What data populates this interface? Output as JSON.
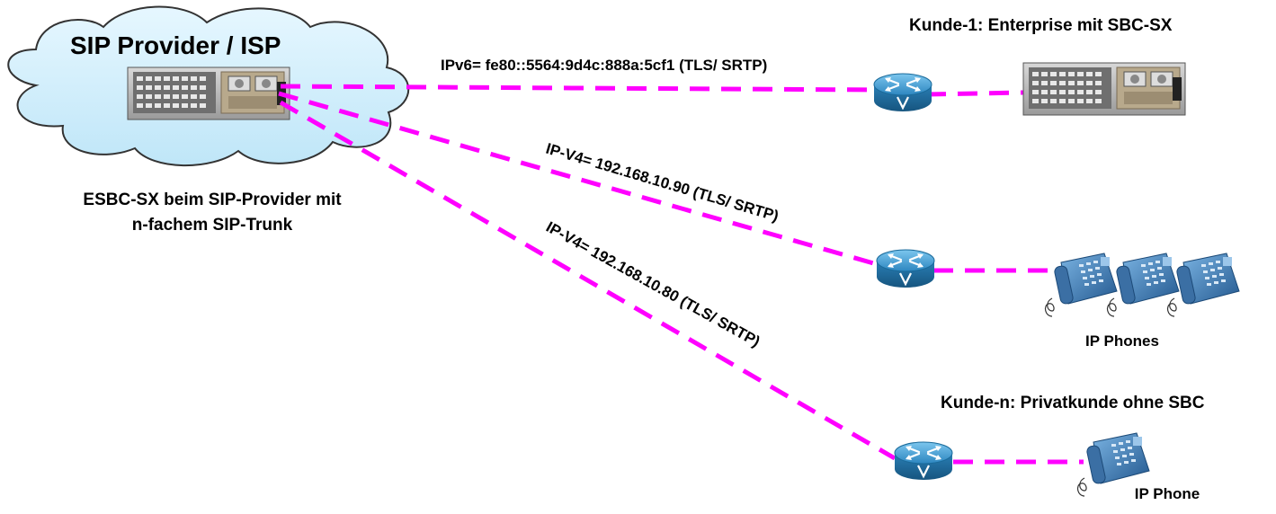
{
  "provider": {
    "cloud_title": "SIP Provider / ISP",
    "caption_line1": "ESBC-SX beim SIP-Provider mit",
    "caption_line2": "n-fachem SIP-Trunk"
  },
  "links": [
    {
      "label": "IPv6= fe80::5564:9d4c:888a:5cf1 (TLS/ SRTP)"
    },
    {
      "label": "IP-V4= 192.168.10.90 (TLS/ SRTP)"
    },
    {
      "label": "IP-V4= 192.168.10.80 (TLS/ SRTP)"
    }
  ],
  "customers": {
    "kunde1_title": "Kunde-1: Enterprise mit SBC-SX",
    "phones_label": "IP Phones",
    "kunden_title": "Kunde-n: Privatkunde ohne SBC",
    "phone_label": "IP Phone"
  },
  "colors": {
    "link": "#ff00ff",
    "cloud_fill": "#c9ecfb",
    "router_fill": "#2b7fb3",
    "phone_fill": "#3a78b8"
  }
}
